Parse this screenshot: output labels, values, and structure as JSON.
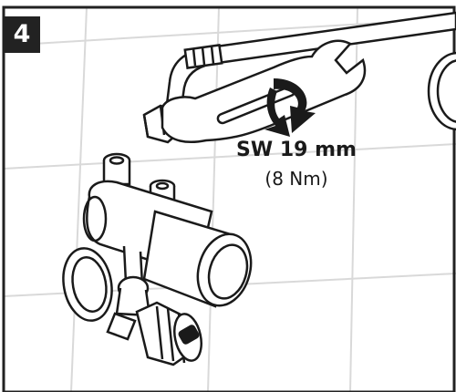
{
  "step": {
    "number": "4"
  },
  "annotation": {
    "wrench_size": "SW 19 mm",
    "torque": "(8 Nm)"
  },
  "colors": {
    "frame": "#222222",
    "tile_grout": "#d9d9d9",
    "outline": "#1a1a1a",
    "fill": "#ffffff"
  },
  "icons": [
    "wrench-icon",
    "tighten-arrow-icon"
  ]
}
